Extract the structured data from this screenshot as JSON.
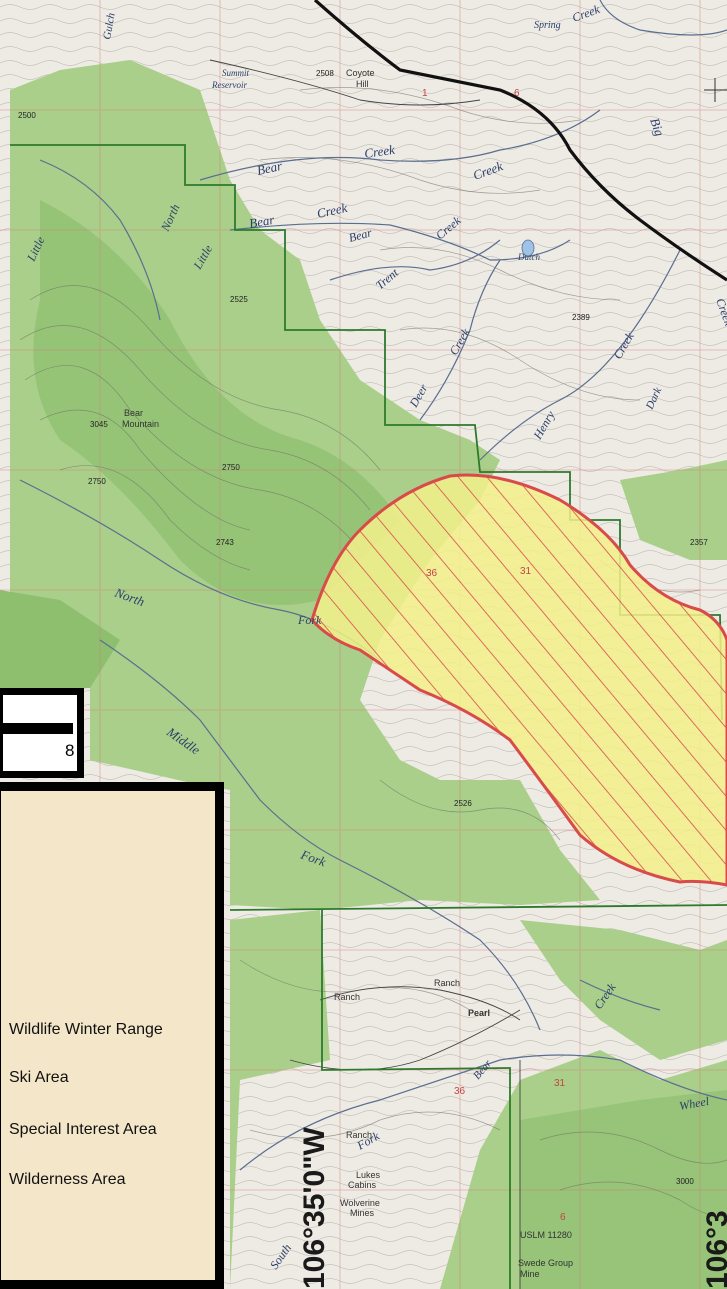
{
  "map": {
    "water_labels": {
      "spring_creek": "Spring",
      "spring_creek2": "Creek",
      "big_creek": "Big",
      "bear_creek_1a": "Bear",
      "bear_creek_1b": "Creek",
      "creek_top": "Creek",
      "bear_creek_2a": "Bear",
      "bear_creek_2b": "Creek",
      "bear_3": "Bear",
      "trent_creek_a": "Trent",
      "trent_creek_b": "Creek",
      "deer_creek_a": "Deer",
      "deer_creek_b": "Creek",
      "henry": "Henry",
      "dark_creek_a": "Creek",
      "dark": "Dark",
      "creek_right": "Creek",
      "little_north_a": "Little",
      "little_north_b": "North",
      "little_2": "Little",
      "north_fork_a": "North",
      "north_fork_b": "Fork",
      "middle_fork": "Middle",
      "fork": "Fork",
      "gulch": "Gulch",
      "summit_reservoir_a": "Summit",
      "summit_reservoir_b": "Reservoir",
      "creek_lower": "Creek",
      "wheeler": "Wheel",
      "south": "South",
      "fork_lower": "Fork",
      "bear_creek_lower": "Bear",
      "dutch": "Dutch"
    },
    "place_labels": {
      "coyote_hill_a": "Coyote",
      "coyote_hill_b": "Hill",
      "bear_mountain_a": "Bear",
      "bear_mountain_b": "Mountain",
      "ranch_1": "Ranch",
      "ranch_2": "Ranch",
      "ranch_3": "Ranch",
      "pearl": "Pearl",
      "lukes_cabin_a": "Lukes",
      "lukes_cabin_b": "Cabins",
      "wolverine_mine_a": "Wolverine",
      "wolverine_mine_b": "Mines",
      "uslm": "USLM 11280",
      "swede_group_a": "Swede Group",
      "swede_group_b": "Mine"
    },
    "elevations": {
      "e2508": "2508",
      "e2500": "2500",
      "e2525": "2525",
      "e3045": "3045",
      "e2750": "2750",
      "e2750b": "2750",
      "e2743": "2743",
      "e2389": "2389",
      "e2357": "2357",
      "e2526": "2526",
      "e3000": "3000"
    },
    "section_numbers": {
      "s1": "1",
      "s6": "6",
      "s36a": "36",
      "s31a": "31",
      "s36b": "36",
      "s31b": "31",
      "s6b": "6"
    },
    "coordinates": {
      "longitude_left": "106°35'0\"W",
      "longitude_right": "106°3"
    }
  },
  "scale": {
    "number": "8"
  },
  "legend": {
    "items": [
      "Wildlife Winter Range",
      "Ski Area",
      "Special Interest Area",
      "Wilderness Area"
    ]
  },
  "colors": {
    "forest": "#a9cf8a",
    "forest_dark": "#8dbf6f",
    "land": "#eeeae4",
    "contour": "#6e6a60",
    "grid": "#d47a7a",
    "boundary": "#2d7a2d",
    "hatch_fill": "#f3f08a",
    "hatch_line": "#d94a4a",
    "road": "#111111",
    "stream": "#5a6e90",
    "legend_bg": "#f4e6c8"
  }
}
